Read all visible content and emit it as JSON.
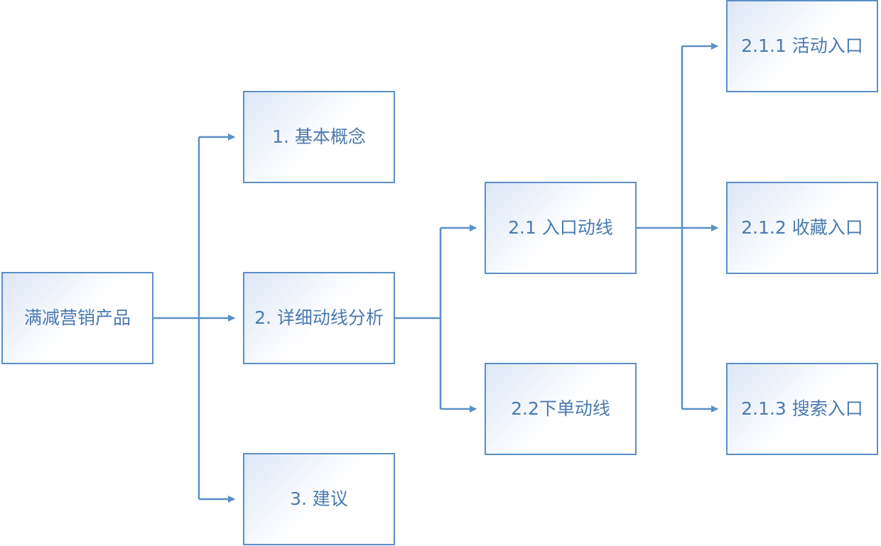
{
  "colors": {
    "line": "#5b8fc7",
    "box_border": "#5b8fc7",
    "text": "#4a7ab0",
    "box_gradient_start": "#dde7f6"
  },
  "nodes": {
    "root": "满减营销产品",
    "n1": "1. 基本概念",
    "n2": "2. 详细动线分析",
    "n3": "3. 建议",
    "n2_1": "2.1 入口动线",
    "n2_2": "2.2下单动线",
    "n2_1_1": "2.1.1 活动入口",
    "n2_1_2": "2.1.2 收藏入口",
    "n2_1_3": "2.1.3 搜索入口"
  }
}
